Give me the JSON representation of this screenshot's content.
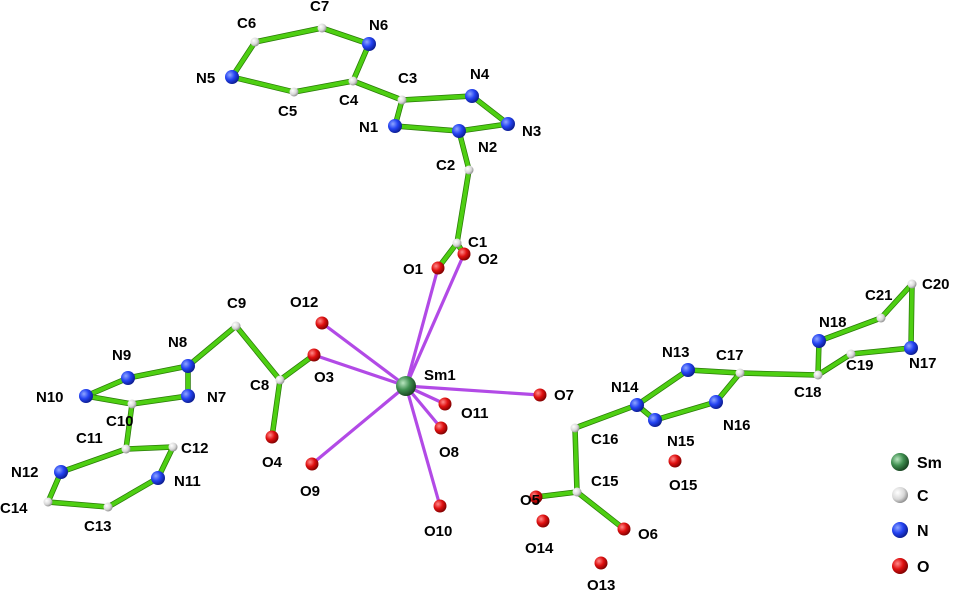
{
  "atom_labels": {
    "C6": "C6",
    "C7": "C7",
    "N6": "N6",
    "N5": "N5",
    "C3": "C3",
    "N4": "N4",
    "C4": "C4",
    "C5": "C5",
    "N1": "N1",
    "N2": "N2",
    "N3": "N3",
    "C2": "C2",
    "C1": "C1",
    "O1": "O1",
    "O2": "O2",
    "O12": "O12",
    "C9": "C9",
    "N9": "N9",
    "N8": "N8",
    "N10": "N10",
    "N7": "N7",
    "C8": "C8",
    "O3": "O3",
    "Sm1": "Sm1",
    "O11": "O11",
    "O7": "O7",
    "C10": "C10",
    "C11": "C11",
    "C12": "C12",
    "N12": "N12",
    "N11": "N11",
    "C14": "C14",
    "C13": "C13",
    "O4": "O4",
    "O9": "O9",
    "O8": "O8",
    "O10": "O10",
    "N13": "N13",
    "C17": "C17",
    "N14": "N14",
    "C16": "C16",
    "N15": "N15",
    "N16": "N16",
    "O15": "O15",
    "O5": "O5",
    "C15": "C15",
    "O6": "O6",
    "O14": "O14",
    "O13": "O13",
    "N18": "N18",
    "C21": "C21",
    "C20": "C20",
    "C18": "C18",
    "C19": "C19",
    "N17": "N17"
  },
  "legend": [
    {
      "element": "Sm",
      "label": "Sm",
      "color": "#3f8f50"
    },
    {
      "element": "C",
      "label": "C",
      "color": "#d8d8d8"
    },
    {
      "element": "N",
      "label": "N",
      "color": "#1f3df0"
    },
    {
      "element": "O",
      "label": "O",
      "color": "#e01010"
    }
  ],
  "colors": {
    "bond_organic": "#4ecf12",
    "bond_sm": "#b24ae6"
  }
}
